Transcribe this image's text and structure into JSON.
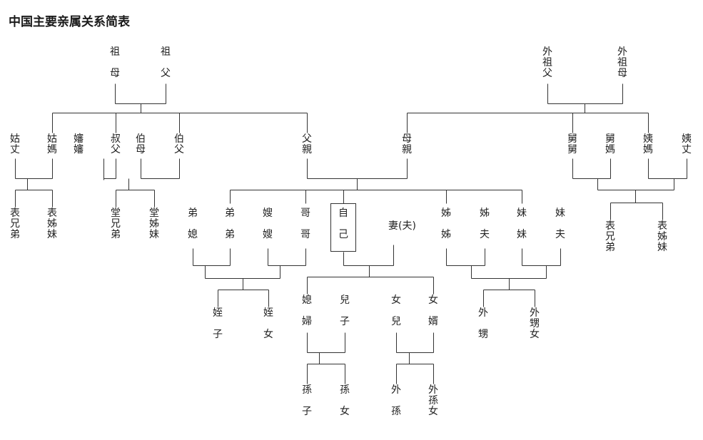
{
  "title": "中国主要亲属关系简表",
  "line_color": "#333333",
  "nodes": [
    {
      "id": "zumu",
      "label": "祖母"
    },
    {
      "id": "zufu",
      "label": "祖父"
    },
    {
      "id": "waizufu",
      "label": "外祖父"
    },
    {
      "id": "waizumu",
      "label": "外祖母"
    },
    {
      "id": "guzhang",
      "label": "姑丈"
    },
    {
      "id": "guma",
      "label": "姑媽"
    },
    {
      "id": "shenshen",
      "label": "嬸嬸"
    },
    {
      "id": "shufu",
      "label": "叔父"
    },
    {
      "id": "bomu",
      "label": "伯母"
    },
    {
      "id": "bofu",
      "label": "伯父"
    },
    {
      "id": "fuqin",
      "label": "父親"
    },
    {
      "id": "muqin",
      "label": "母親"
    },
    {
      "id": "jiujiu",
      "label": "舅舅"
    },
    {
      "id": "jiuma",
      "label": "舅媽"
    },
    {
      "id": "yima",
      "label": "姨媽"
    },
    {
      "id": "yizhang",
      "label": "姨丈"
    },
    {
      "id": "biaoxiongdi1",
      "label": "表兄弟"
    },
    {
      "id": "biaozimei1",
      "label": "表姊妹"
    },
    {
      "id": "tangxiongdi",
      "label": "堂兄弟"
    },
    {
      "id": "tangzimei",
      "label": "堂姊妹"
    },
    {
      "id": "dixi",
      "label": "弟媳"
    },
    {
      "id": "didi",
      "label": "弟弟"
    },
    {
      "id": "saosao",
      "label": "嫂嫂"
    },
    {
      "id": "gege",
      "label": "哥哥"
    },
    {
      "id": "ziji",
      "label": "自己"
    },
    {
      "id": "qifu",
      "label": "妻(夫)"
    },
    {
      "id": "jiejie",
      "label": "姊姊"
    },
    {
      "id": "jiefu",
      "label": "姊夫"
    },
    {
      "id": "meimei",
      "label": "妹妹"
    },
    {
      "id": "meifu",
      "label": "妹夫"
    },
    {
      "id": "biaoxiongdi2",
      "label": "表兄弟"
    },
    {
      "id": "biaozimei2",
      "label": "表姊妹"
    },
    {
      "id": "zhizi",
      "label": "姪子"
    },
    {
      "id": "zhinv",
      "label": "姪女"
    },
    {
      "id": "xifu",
      "label": "媳婦"
    },
    {
      "id": "erzi",
      "label": "兒子"
    },
    {
      "id": "nver",
      "label": "女兒"
    },
    {
      "id": "nvxu",
      "label": "女婿"
    },
    {
      "id": "waisheng",
      "label": "外甥"
    },
    {
      "id": "waishengnv",
      "label": "外甥女"
    },
    {
      "id": "sunzi",
      "label": "孫子"
    },
    {
      "id": "sunnv",
      "label": "孫女"
    },
    {
      "id": "waisun",
      "label": "外孫"
    },
    {
      "id": "waisunnv",
      "label": "外孫女"
    }
  ]
}
